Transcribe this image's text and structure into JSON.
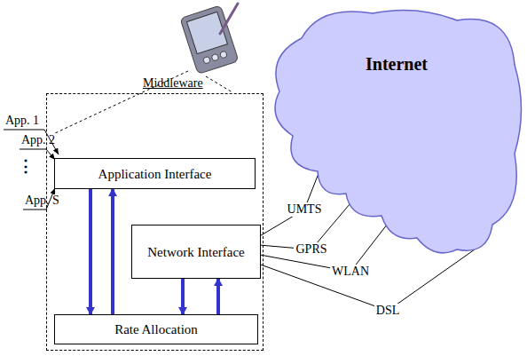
{
  "diagram": {
    "nodes": [
      {
        "text": [
          "Middleware"
        ]
      },
      {
        "text": [
          "Application Interface"
        ],
        "in": 0
      },
      {
        "text": [
          "Network Interface"
        ],
        "in": 0
      },
      {
        "text": [
          "Rate Allocation"
        ],
        "in": 0
      },
      {
        "text": [
          "Internet"
        ]
      }
    ],
    "edges": [
      {
        "from": 1,
        "to": 3,
        "arrow": "to"
      },
      {
        "from": 3,
        "to": 1,
        "arrow": "to"
      },
      {
        "from": 2,
        "to": 3,
        "arrow": "to"
      },
      {
        "from": 3,
        "to": 2,
        "arrow": "to"
      },
      {
        "from": 2,
        "to": 4,
        "label": "UMTS",
        "arrow": "none"
      },
      {
        "from": 2,
        "to": 4,
        "label": "GPRS",
        "arrow": "none"
      },
      {
        "from": 2,
        "to": 4,
        "label": "WLAN",
        "arrow": "none"
      },
      {
        "from": 2,
        "to": 4,
        "label": "DSL",
        "arrow": "none"
      }
    ],
    "labels": [
      "App. 1",
      "App. 2",
      "⋮",
      "App. S"
    ]
  }
}
